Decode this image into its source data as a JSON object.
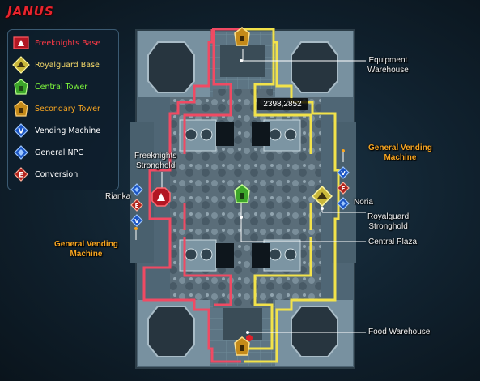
{
  "map": {
    "title": "JANUS",
    "coordinates": "2398,2852"
  },
  "legend": [
    {
      "label": "Freeknights Base",
      "icon": "freeknights-base-icon",
      "color": "#ff3a46"
    },
    {
      "label": "Royalguard Base",
      "icon": "royalguard-base-icon",
      "color": "#f5d96a"
    },
    {
      "label": "Central Tower",
      "icon": "central-tower-icon",
      "color": "#7df53c"
    },
    {
      "label": "Secondary Tower",
      "icon": "secondary-tower-icon",
      "color": "#f7a521"
    },
    {
      "label": "Vending Machine",
      "icon": "vending-machine-icon",
      "color": "#ffffff"
    },
    {
      "label": "General NPC",
      "icon": "general-npc-icon",
      "color": "#ffffff"
    },
    {
      "label": "Conversion",
      "icon": "conversion-icon",
      "color": "#ffffff"
    }
  ],
  "labels": {
    "equipment_warehouse": "Equipment\nWarehouse",
    "freeknights_stronghold": "Freeknights\nStronghold",
    "general_vending_right": "General Vending\nMachine",
    "noria": "Noria",
    "royalguard_stronghold": "Royalguard\nStronghold",
    "central_plaza": "Central Plaza",
    "rianka": "Rianka",
    "general_vending_left": "General Vending\nMachine",
    "food_warehouse": "Food Warehouse"
  },
  "marker_glyphs": {
    "vending": "V",
    "conversion": "E"
  },
  "colors": {
    "freeknights": "#e2415a",
    "royalguard": "#f2e24a",
    "orange_label": "#f7a521",
    "title": "#e8242e"
  }
}
